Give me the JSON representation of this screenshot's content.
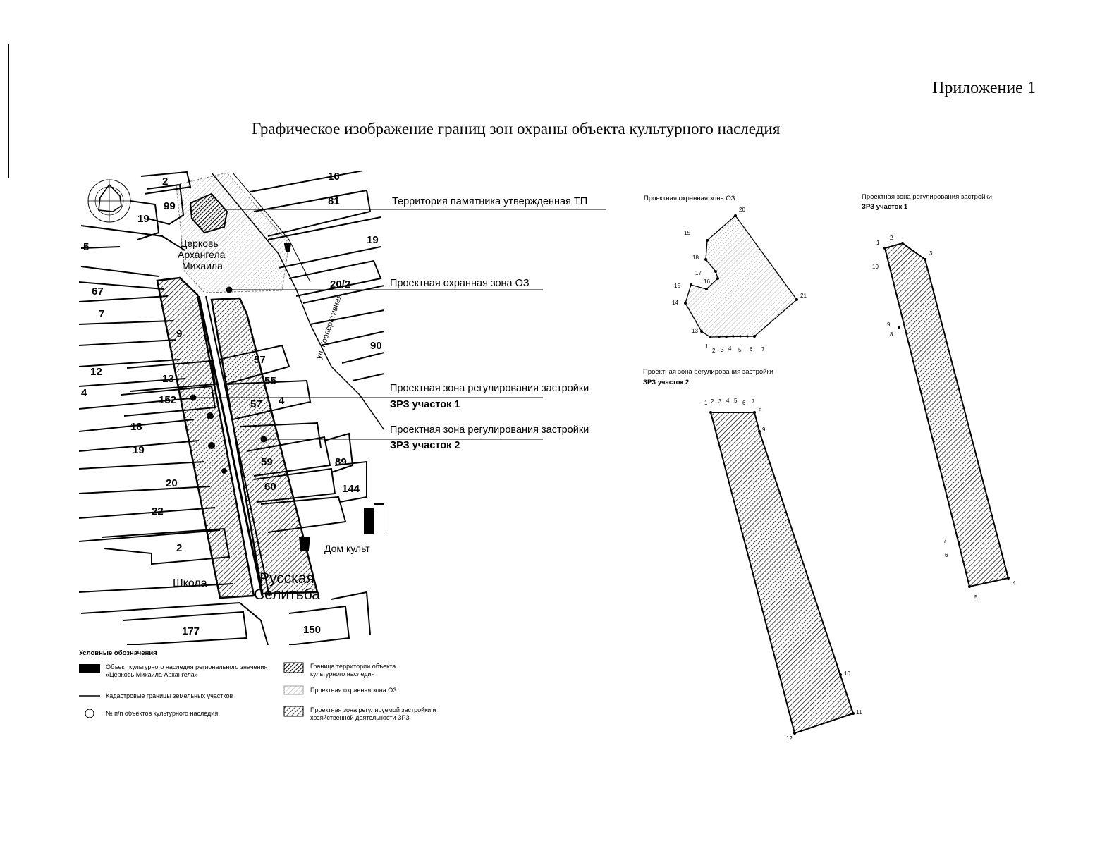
{
  "header": {
    "appendix": "Приложение 1",
    "title": "Графическое изображение границ зон охраны объекта культурного наследия"
  },
  "map": {
    "callouts": {
      "territory": "Территория памятника  утвержденная ТП",
      "oz": "Проектная охранная зона  ОЗ",
      "zrz1_line1": "Проектная зона регулирования застройки",
      "zrz1_line2": "ЗРЗ участок 1",
      "zrz2_line1": "Проектная зона регулирования застройки",
      "zrz2_line2": "ЗРЗ участок 2"
    },
    "labels": {
      "church1": "Церковь",
      "church2": "Архангела",
      "church3": "Михаила",
      "school": "Школа",
      "district1": "Русская",
      "district2": "Селитьба",
      "house": "Дом культ",
      "street": "ул. Кооперативная"
    },
    "lot_numbers": [
      "2",
      "99",
      "19",
      "16",
      "81",
      "19",
      "67",
      "7",
      "9",
      "20/2",
      "12",
      "13",
      "152",
      "18",
      "19",
      "20",
      "22",
      "2",
      "57",
      "55",
      "57",
      "4",
      "90",
      "89",
      "144",
      "59",
      "60",
      "177",
      "150",
      "5",
      "4"
    ]
  },
  "legend": {
    "heading": "Условные обозначения",
    "items": {
      "object": "Объект культурного наследия регионального значения «Церковь Михаила Архангела»",
      "cadastral": "Кадастровые границы земельных участков",
      "number": "№ п/п объектов культурного наследия",
      "territory": "Граница территории объекта культурного наследия",
      "oz": "Проектная охранная зона ОЗ",
      "zrz": "Проектная зона регулируемой застройки и хозяйственной деятельности ЗРЗ"
    }
  },
  "diagrams": {
    "oz_title": "Проектная охранная зона ОЗ",
    "zrz1_title_line1": "Проектная зона регулирования застройки",
    "zrz1_title_line2": "ЗРЗ участок 1",
    "zrz2_title_line1": "Проектная зона регулирования застройки",
    "zrz2_title_line2": "ЗРЗ участок 2"
  }
}
